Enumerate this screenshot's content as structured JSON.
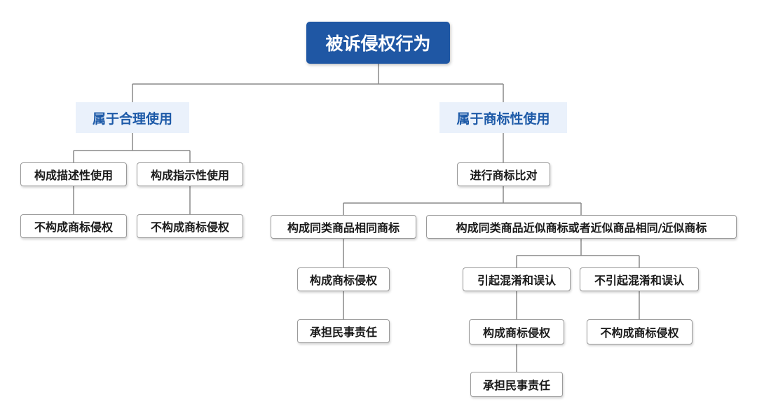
{
  "root": {
    "label": "被诉侵权行为"
  },
  "left": {
    "label": "属于合理使用",
    "descriptive": "构成描述性使用",
    "nominative": "构成指示性使用",
    "descriptive_result": "不构成商标侵权",
    "nominative_result": "不构成商标侵权"
  },
  "right": {
    "label": "属于商标性使用",
    "compare": "进行商标比对",
    "identical": "构成同类商品相同商标",
    "similar": "构成同类商品近似商标或者近似商品相同/近似商标",
    "identical_infringe": "构成商标侵权",
    "identical_liability": "承担民事责任",
    "confusion": "引起混淆和误认",
    "no_confusion": "不引起混淆和误认",
    "confusion_infringe": "构成商标侵权",
    "confusion_liability": "承担民事责任",
    "no_confusion_result": "不构成商标侵权"
  }
}
